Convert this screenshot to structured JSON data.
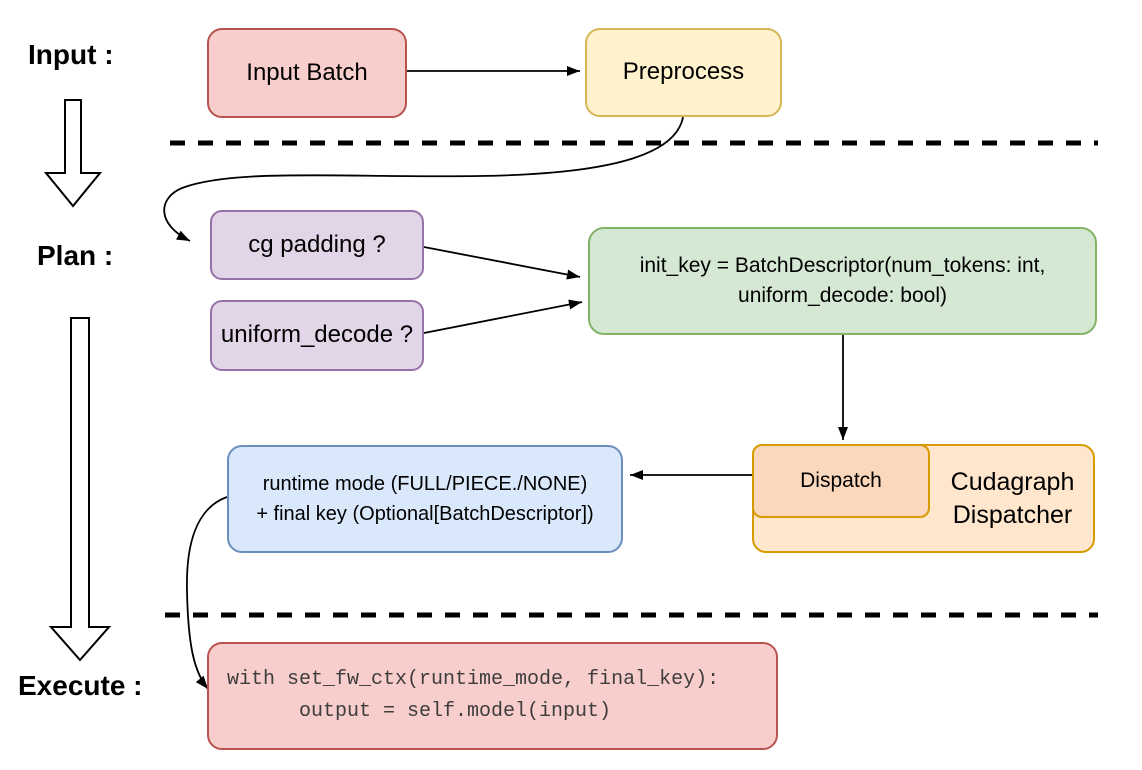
{
  "sections": {
    "input": "Input :",
    "plan": "Plan :",
    "execute": "Execute :"
  },
  "nodes": {
    "input_batch": "Input Batch",
    "preprocess": "Preprocess",
    "cg_padding": "cg padding ?",
    "uniform_decode": "uniform_decode ?",
    "init_key": {
      "line1": "init_key = BatchDescriptor(num_tokens: int,",
      "line2": "uniform_decode: bool)"
    },
    "dispatch": "Dispatch",
    "dispatcher": {
      "line1": "Cudagraph",
      "line2": "Dispatcher"
    },
    "runtime": {
      "line1": "runtime mode (FULL/PIECE./NONE)",
      "line2": "+ final key (Optional[BatchDescriptor])"
    },
    "code": {
      "line1": "with set_fw_ctx(runtime_mode, final_key):",
      "line2": "      output = self.model(input)"
    }
  },
  "colors": {
    "red_fill": "#f8cecc",
    "red_stroke": "#b85450",
    "yellow_fill": "#fff2cc",
    "yellow_stroke": "#d6b656",
    "purple_fill": "#e1d5e7",
    "purple_stroke": "#9673a6",
    "green_fill": "#d5e8d4",
    "green_stroke": "#82b366",
    "blue_fill": "#dae8fc",
    "blue_stroke": "#6c8ebf",
    "orange_fill": "#ffe6cc",
    "orange_stroke": "#d79b00",
    "dispatch_inner_fill": "#fbd7bb",
    "edge_color": "#000000",
    "code_text_color": "#3d3d3d"
  }
}
